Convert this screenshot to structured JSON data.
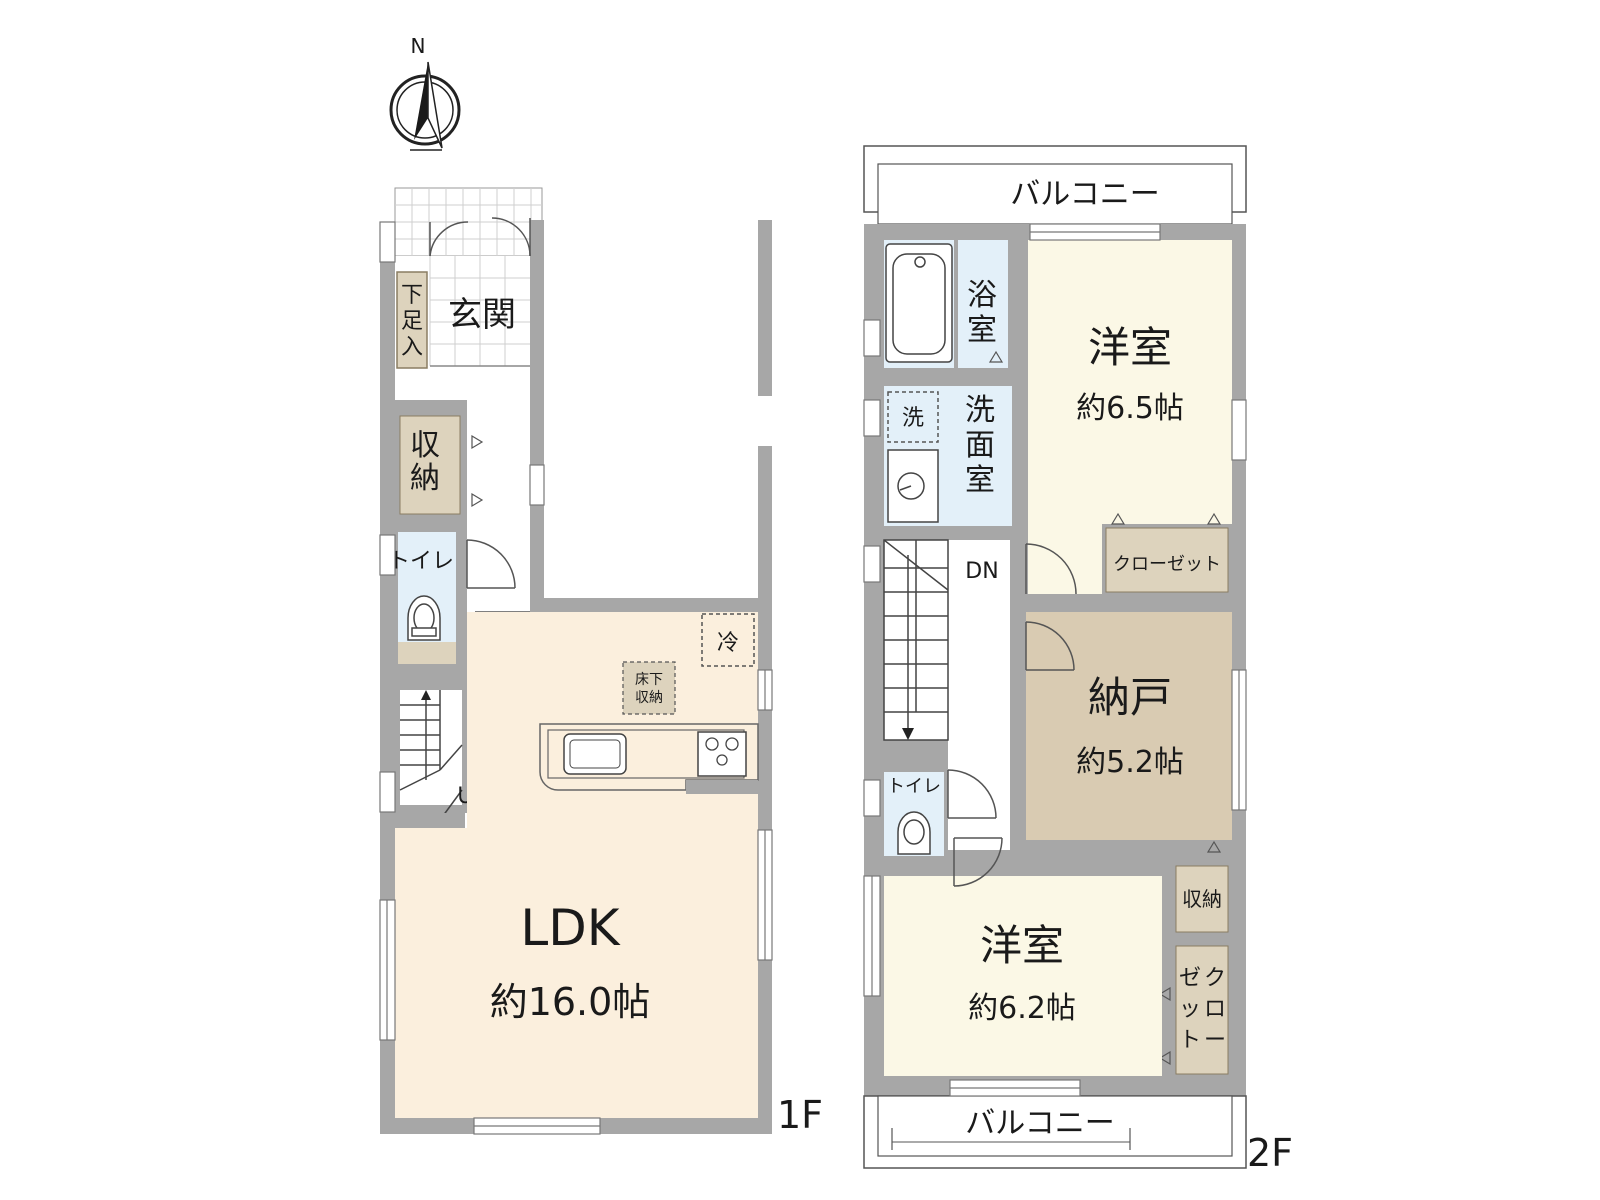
{
  "compass": {
    "north_label": "N"
  },
  "floor1": {
    "floor_label": "1F",
    "entrance": "玄関",
    "shoe_storage": [
      "下",
      "足",
      "入"
    ],
    "storage": [
      "収",
      "納"
    ],
    "toilet": "トイレ",
    "stairs_label": "UP",
    "fridge": "冷",
    "underfloor_storage": [
      "床下",
      "収納"
    ],
    "ldk_name": "LDK",
    "ldk_size": "約16.0帖"
  },
  "floor2": {
    "floor_label": "2F",
    "balcony_top": "バルコニー",
    "balcony_bottom": "バルコニー",
    "bath": [
      "浴",
      "室"
    ],
    "washroom": [
      "洗",
      "面",
      "室"
    ],
    "washer": "洗",
    "stairs_label": "DN",
    "toilet": "トイレ",
    "room1_name": "洋室",
    "room1_size": "約6.5帖",
    "closet1": "クローゼット",
    "storeroom_name": "納戸",
    "storeroom_size": "約5.2帖",
    "storage": "収納",
    "room2_name": "洋室",
    "room2_size": "約6.2帖",
    "closet2_col1": [
      "ゼ",
      "ッ",
      "ト"
    ],
    "closet2_col2": [
      "ク",
      "ロ",
      "ー"
    ]
  },
  "colors": {
    "wall": "#a7a7a7",
    "ldk": "#fbefdd",
    "western_room": "#fbf8e6",
    "storeroom": "#d9cbb2",
    "storage": "#ddd3bd",
    "wet_area": "#e3f0f9",
    "corridor": "#ffffff"
  }
}
